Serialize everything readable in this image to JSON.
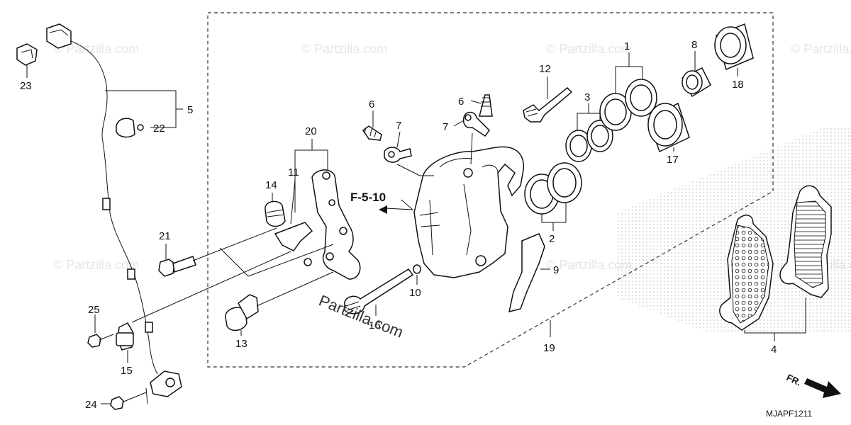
{
  "callouts": {
    "c1": "1",
    "c2": "2",
    "c3": "3",
    "c4": "4",
    "c5": "5",
    "c6a": "6",
    "c6b": "6",
    "c7a": "7",
    "c7b": "7",
    "c8": "8",
    "c9": "9",
    "c10": "10",
    "c11": "11",
    "c12": "12",
    "c13": "13",
    "c14": "14",
    "c15": "15",
    "c16": "16",
    "c17": "17",
    "c18": "18",
    "c19": "19",
    "c20": "20",
    "c21": "21",
    "c22": "22",
    "c23": "23",
    "c24": "24",
    "c25": "25"
  },
  "reference": "F-5-10",
  "direction_label": "FR.",
  "diagram_code": "MJAPF1211",
  "watermark": "© Partzilla.com",
  "watermark_center": "Partzilla.com",
  "colors": {
    "line": "#111111",
    "watermark": "#e6e6e6",
    "dot_pattern": "#bbbbbb"
  }
}
